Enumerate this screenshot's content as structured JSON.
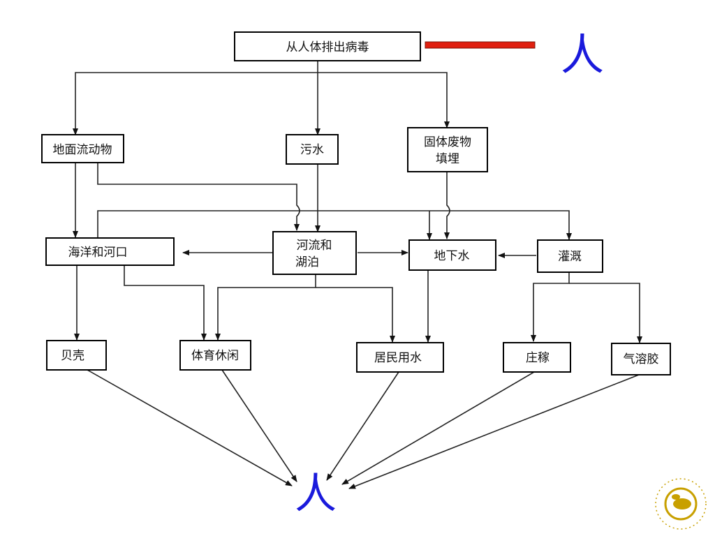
{
  "nodes": {
    "source": "从人体排出病毒",
    "runoff": "地面流动物",
    "sewage": "污水",
    "solid_waste_1": "固体废物",
    "solid_waste_2": "填埋",
    "ocean": "海洋和河口",
    "rivers_1": "河流和",
    "rivers_2": "湖泊",
    "groundwater": "地下水",
    "irrigation": "灌溉",
    "shellfish": "贝壳",
    "recreation": "体育休闲",
    "drinking_water": "居民用水",
    "crops": "庄稼",
    "aerosol": "气溶胶"
  },
  "person_label_top": "人",
  "person_label_bottom": "人",
  "colors": {
    "person_text": "#1a1adc",
    "red_bar": "#e02010",
    "logo": "#c8a000"
  }
}
